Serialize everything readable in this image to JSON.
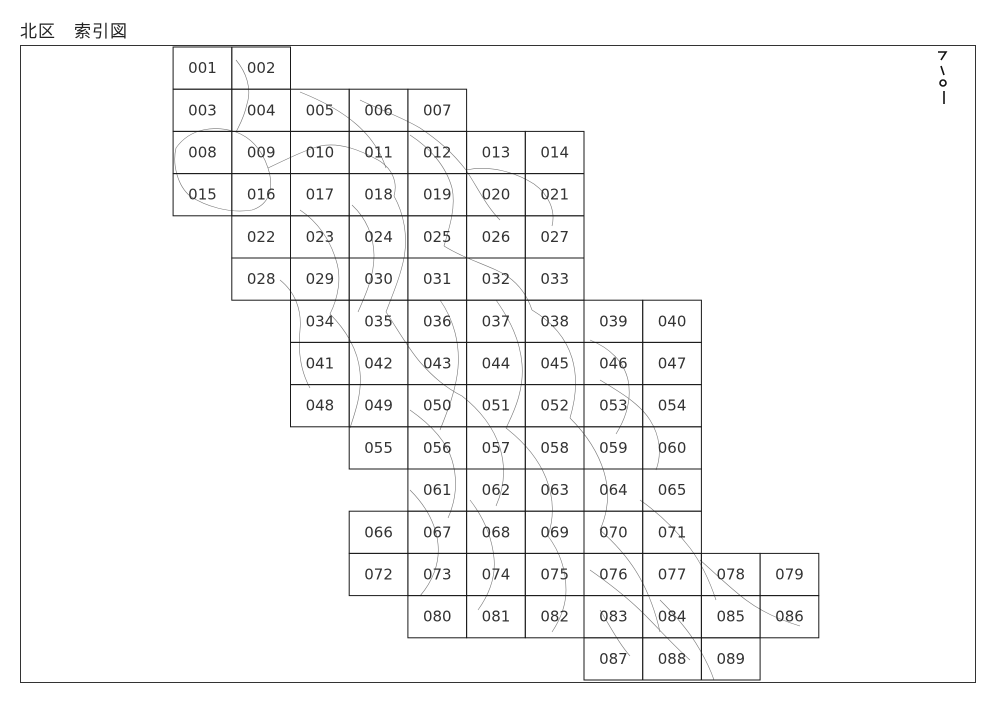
{
  "title": "北区　索引図",
  "tiles": [
    {
      "id": "001",
      "row": 0,
      "col": 3
    },
    {
      "id": "002",
      "row": 0,
      "col": 4
    },
    {
      "id": "003",
      "row": 1,
      "col": 3
    },
    {
      "id": "004",
      "row": 1,
      "col": 4
    },
    {
      "id": "005",
      "row": 1,
      "col": 5
    },
    {
      "id": "006",
      "row": 1,
      "col": 6
    },
    {
      "id": "007",
      "row": 1,
      "col": 7
    },
    {
      "id": "008",
      "row": 2,
      "col": 3
    },
    {
      "id": "009",
      "row": 2,
      "col": 4
    },
    {
      "id": "010",
      "row": 2,
      "col": 5
    },
    {
      "id": "011",
      "row": 2,
      "col": 6
    },
    {
      "id": "012",
      "row": 2,
      "col": 7
    },
    {
      "id": "013",
      "row": 2,
      "col": 8
    },
    {
      "id": "014",
      "row": 2,
      "col": 9
    },
    {
      "id": "015",
      "row": 3,
      "col": 3
    },
    {
      "id": "016",
      "row": 3,
      "col": 4
    },
    {
      "id": "017",
      "row": 3,
      "col": 5
    },
    {
      "id": "018",
      "row": 3,
      "col": 6
    },
    {
      "id": "019",
      "row": 3,
      "col": 7
    },
    {
      "id": "020",
      "row": 3,
      "col": 8
    },
    {
      "id": "021",
      "row": 3,
      "col": 9
    },
    {
      "id": "022",
      "row": 4,
      "col": 4
    },
    {
      "id": "023",
      "row": 4,
      "col": 5
    },
    {
      "id": "024",
      "row": 4,
      "col": 6
    },
    {
      "id": "025",
      "row": 4,
      "col": 7
    },
    {
      "id": "026",
      "row": 4,
      "col": 8
    },
    {
      "id": "027",
      "row": 4,
      "col": 9
    },
    {
      "id": "028",
      "row": 5,
      "col": 4
    },
    {
      "id": "029",
      "row": 5,
      "col": 5
    },
    {
      "id": "030",
      "row": 5,
      "col": 6
    },
    {
      "id": "031",
      "row": 5,
      "col": 7
    },
    {
      "id": "032",
      "row": 5,
      "col": 8
    },
    {
      "id": "033",
      "row": 5,
      "col": 9
    },
    {
      "id": "034",
      "row": 6,
      "col": 5
    },
    {
      "id": "035",
      "row": 6,
      "col": 6
    },
    {
      "id": "036",
      "row": 6,
      "col": 7
    },
    {
      "id": "037",
      "row": 6,
      "col": 8
    },
    {
      "id": "038",
      "row": 6,
      "col": 9
    },
    {
      "id": "039",
      "row": 6,
      "col": 10
    },
    {
      "id": "040",
      "row": 6,
      "col": 11
    },
    {
      "id": "041",
      "row": 7,
      "col": 5
    },
    {
      "id": "042",
      "row": 7,
      "col": 6
    },
    {
      "id": "043",
      "row": 7,
      "col": 7
    },
    {
      "id": "044",
      "row": 7,
      "col": 8
    },
    {
      "id": "045",
      "row": 7,
      "col": 9
    },
    {
      "id": "046",
      "row": 7,
      "col": 10
    },
    {
      "id": "047",
      "row": 7,
      "col": 11
    },
    {
      "id": "048",
      "row": 8,
      "col": 5
    },
    {
      "id": "049",
      "row": 8,
      "col": 6
    },
    {
      "id": "050",
      "row": 8,
      "col": 7
    },
    {
      "id": "051",
      "row": 8,
      "col": 8
    },
    {
      "id": "052",
      "row": 8,
      "col": 9
    },
    {
      "id": "053",
      "row": 8,
      "col": 10
    },
    {
      "id": "054",
      "row": 8,
      "col": 11
    },
    {
      "id": "055",
      "row": 9,
      "col": 6
    },
    {
      "id": "056",
      "row": 9,
      "col": 7
    },
    {
      "id": "057",
      "row": 9,
      "col": 8
    },
    {
      "id": "058",
      "row": 9,
      "col": 9
    },
    {
      "id": "059",
      "row": 9,
      "col": 10
    },
    {
      "id": "060",
      "row": 9,
      "col": 11
    },
    {
      "id": "061",
      "row": 10,
      "col": 7
    },
    {
      "id": "062",
      "row": 10,
      "col": 8
    },
    {
      "id": "063",
      "row": 10,
      "col": 9
    },
    {
      "id": "064",
      "row": 10,
      "col": 10
    },
    {
      "id": "065",
      "row": 10,
      "col": 11
    },
    {
      "id": "066",
      "row": 11,
      "col": 6
    },
    {
      "id": "067",
      "row": 11,
      "col": 7
    },
    {
      "id": "068",
      "row": 11,
      "col": 8
    },
    {
      "id": "069",
      "row": 11,
      "col": 9
    },
    {
      "id": "070",
      "row": 11,
      "col": 10
    },
    {
      "id": "071",
      "row": 11,
      "col": 11
    },
    {
      "id": "072",
      "row": 12,
      "col": 6
    },
    {
      "id": "073",
      "row": 12,
      "col": 7
    },
    {
      "id": "074",
      "row": 12,
      "col": 8
    },
    {
      "id": "075",
      "row": 12,
      "col": 9
    },
    {
      "id": "076",
      "row": 12,
      "col": 10
    },
    {
      "id": "077",
      "row": 12,
      "col": 11
    },
    {
      "id": "078",
      "row": 12,
      "col": 12
    },
    {
      "id": "079",
      "row": 12,
      "col": 13
    },
    {
      "id": "080",
      "row": 13,
      "col": 7
    },
    {
      "id": "081",
      "row": 13,
      "col": 8
    },
    {
      "id": "082",
      "row": 13,
      "col": 9
    },
    {
      "id": "083",
      "row": 13,
      "col": 10
    },
    {
      "id": "084",
      "row": 13,
      "col": 11
    },
    {
      "id": "085",
      "row": 13,
      "col": 12
    },
    {
      "id": "086",
      "row": 13,
      "col": 13
    },
    {
      "id": "087",
      "row": 14,
      "col": 10
    },
    {
      "id": "088",
      "row": 14,
      "col": 11
    },
    {
      "id": "089",
      "row": 14,
      "col": 12
    }
  ]
}
